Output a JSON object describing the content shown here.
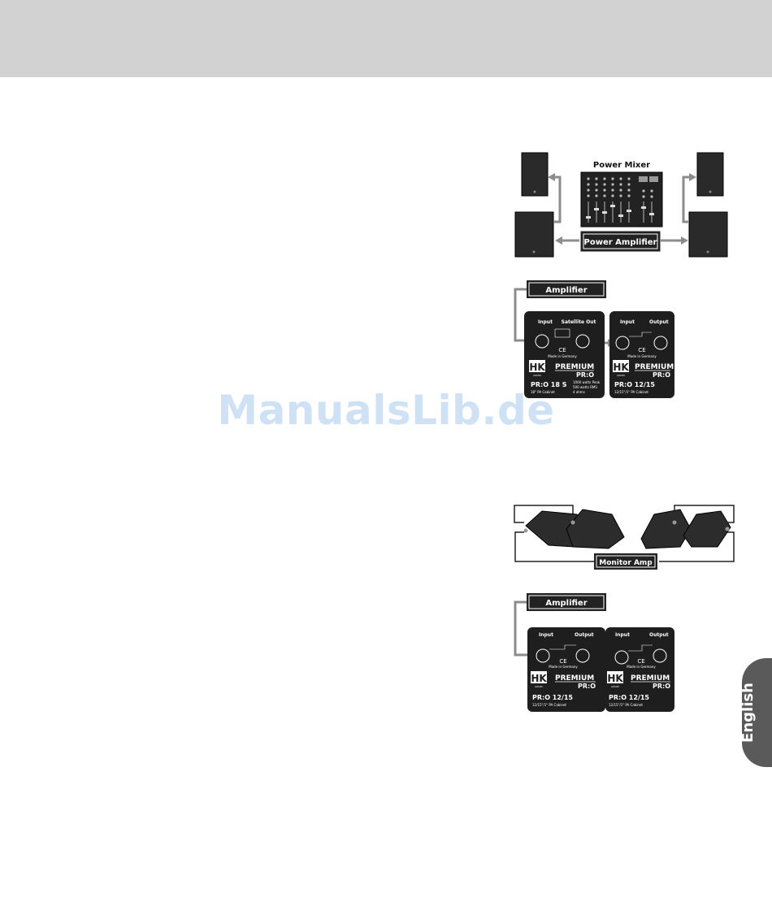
{
  "watermark": "ManualsLib.de",
  "language_tab": "English",
  "figure1": {
    "mixer_label": "Power Mixer",
    "amp_label": "Power Amplifier"
  },
  "figure2": {
    "amp_label": "Amplifier",
    "panel_left": {
      "input": "Input",
      "satellite_out": "Satellite Out",
      "brand": "HK",
      "brand_sub": "AUDIO",
      "ce": "CE",
      "made_in": "Made in Germany",
      "line1": "PREMIUM",
      "line2": "PR:O",
      "model": "PR:O 18 S",
      "model_sub": "18\" PA Cabinet",
      "specs": [
        "1000 watts Peak",
        "500 watts RMS",
        "4 ohms"
      ]
    },
    "panel_right": {
      "input": "Input",
      "output": "Output",
      "brand": "HK",
      "brand_sub": "AUDIO",
      "ce": "CE",
      "made_in": "Made in Germany",
      "line1": "PREMIUM",
      "line2": "PR:O",
      "model": "PR:O 12/15",
      "model_sub": "12/15\"/1\" PA Cabinet"
    }
  },
  "figure3": {
    "amp_label": "Monitor Amp"
  },
  "figure4": {
    "amp_label": "Amplifier",
    "panel_left": {
      "input": "Input",
      "output": "Output",
      "brand": "HK",
      "brand_sub": "AUDIO",
      "ce": "CE",
      "made_in": "Made in Germany",
      "line1": "PREMIUM",
      "line2": "PR:O",
      "model": "PR:O 12/15",
      "model_sub": "12/15\"/1\" PA Cabinet"
    },
    "panel_right": {
      "input": "Input",
      "output": "Output",
      "brand": "HK",
      "brand_sub": "AUDIO",
      "ce": "CE",
      "made_in": "Made in Germany",
      "line1": "PREMIUM",
      "line2": "PR:O",
      "model": "PR:O 12/15",
      "model_sub": "12/15\"/1\" PA Cabinet"
    }
  }
}
